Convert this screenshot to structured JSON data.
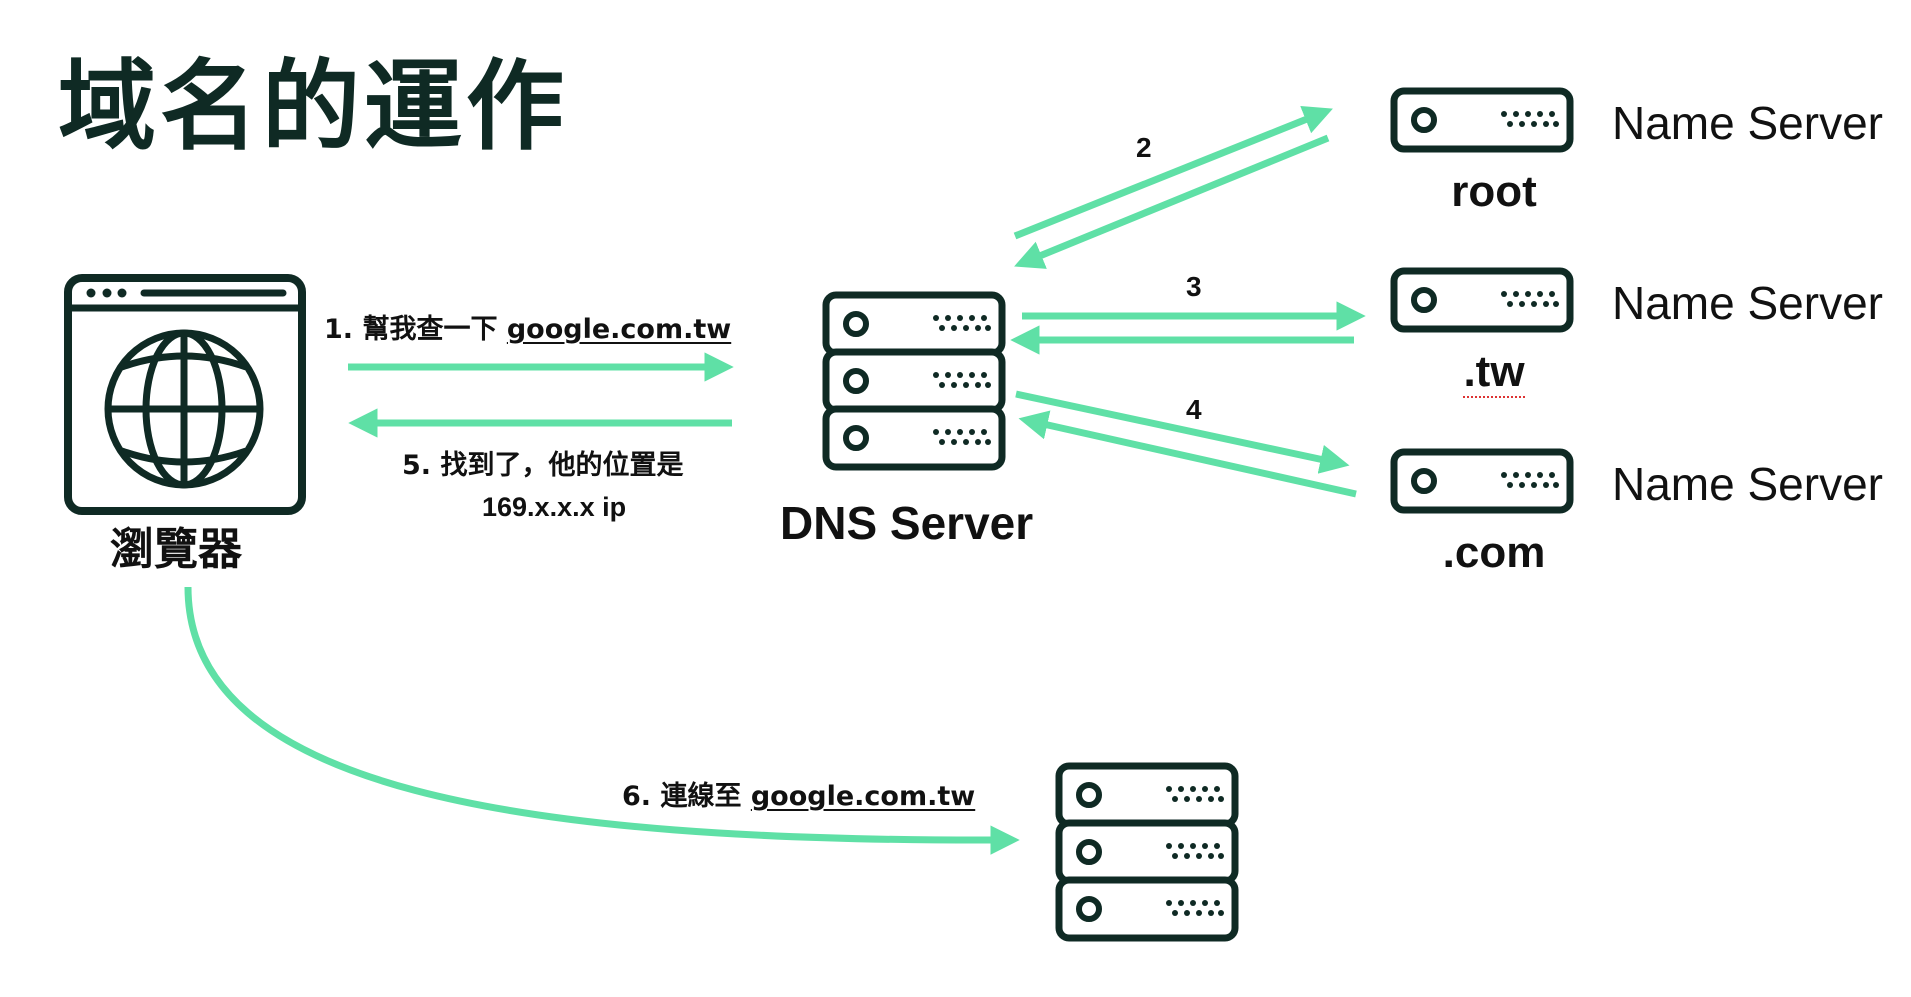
{
  "title": "域名的運作",
  "colors": {
    "arrow": "#5fe0a6",
    "icon_stroke": "#0f2a24",
    "text": "#111111"
  },
  "browser": {
    "icon": "browser-globe-icon",
    "label": "瀏覽器"
  },
  "dns_server": {
    "icon": "server-stack-icon",
    "label": "DNS Server"
  },
  "name_servers": [
    {
      "icon": "server-unit-icon",
      "label": "Name Server",
      "zone": "root"
    },
    {
      "icon": "server-unit-icon",
      "label": "Name Server",
      "zone": ".tw"
    },
    {
      "icon": "server-unit-icon",
      "label": "Name Server",
      "zone": ".com"
    }
  ],
  "target_server": {
    "icon": "server-stack-icon"
  },
  "steps": {
    "step1": {
      "prefix": "1. 幫我查一下 ",
      "link": "google.com.tw"
    },
    "step2": {
      "label": "2"
    },
    "step3": {
      "label": "3"
    },
    "step4": {
      "label": "4"
    },
    "step5": {
      "line1": "5. 找到了，他的位置是",
      "line2": "169.x.x.x ip"
    },
    "step6": {
      "prefix": "6. 連線至 ",
      "link": "google.com.tw"
    }
  }
}
